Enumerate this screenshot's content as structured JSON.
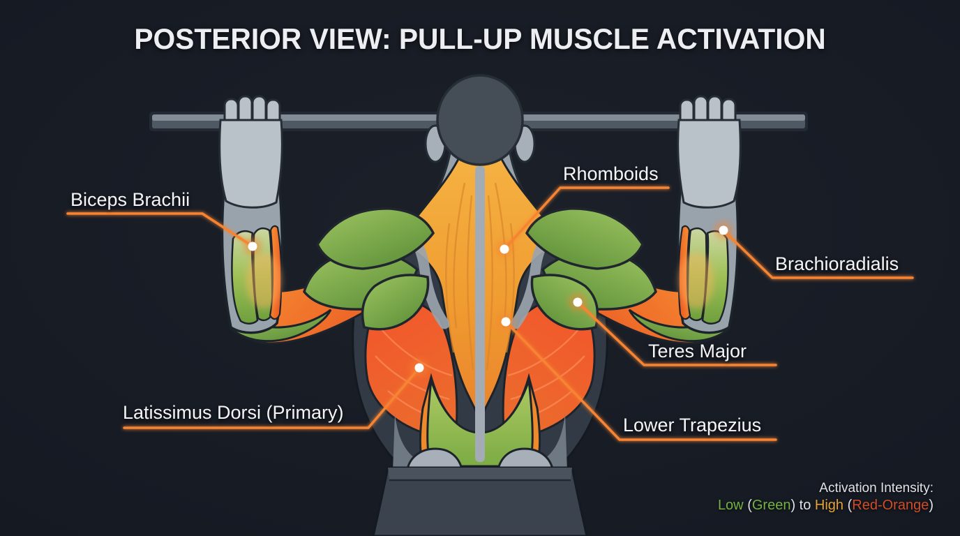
{
  "title": "POSTERIOR VIEW: PULL-UP MUSCLE ACTIVATION",
  "labels": [
    {
      "id": "biceps-brachii",
      "text": "Biceps Brachii"
    },
    {
      "id": "rhomboids",
      "text": "Rhomboids"
    },
    {
      "id": "brachioradialis",
      "text": "Brachioradialis"
    },
    {
      "id": "teres-major",
      "text": "Teres Major"
    },
    {
      "id": "lower-trapezius",
      "text": "Lower Trapezius"
    },
    {
      "id": "latissimus-dorsi",
      "text": "Latissimus Dorsi (Primary)"
    }
  ],
  "legend": {
    "heading": "Activation Intensity:",
    "segments": [
      {
        "text": "Low",
        "color": "#74b244"
      },
      {
        "text": " (",
        "color": "#dfe3e7"
      },
      {
        "text": "Green",
        "color": "#74b244"
      },
      {
        "text": ") to ",
        "color": "#dfe3e7"
      },
      {
        "text": "High",
        "color": "#e5a33b"
      },
      {
        "text": " (",
        "color": "#dfe3e7"
      },
      {
        "text": "Red-Orange",
        "color": "#d14d28"
      },
      {
        "text": ")",
        "color": "#dfe3e7"
      }
    ]
  },
  "colors": {
    "background": "#161a23",
    "accent_leader_line": "#f68433",
    "marker_dot": "#ffffff",
    "low_activation_green": "#7fae45",
    "mid_activation_amber": "#f0a33a",
    "high_activation_red_orange": "#ee5228",
    "body_gray": "#99a3ac",
    "dark_silhouette": "#323a45"
  }
}
